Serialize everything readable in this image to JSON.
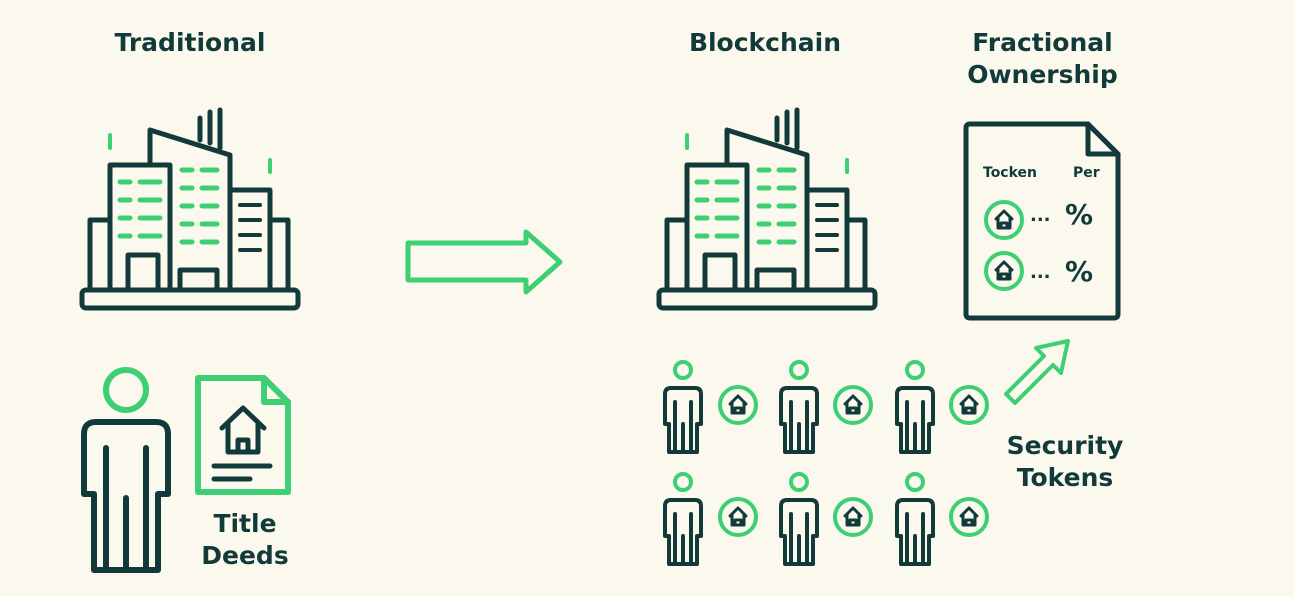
{
  "diagram": {
    "title_traditional": "Traditional",
    "title_blockchain": "Blockchain",
    "title_fractional_line1": "Fractional",
    "title_fractional_line2": "Ownership",
    "title_deeds_line1": "Title",
    "title_deeds_line2": "Deeds",
    "security_tokens_line1": "Security",
    "security_tokens_line2": "Tokens",
    "doc_col_token": "Tocken",
    "doc_col_per": "Per",
    "doc_rows": [
      {
        "ellipsis": "...",
        "percent": "%"
      },
      {
        "ellipsis": "...",
        "percent": "%"
      }
    ]
  },
  "colors": {
    "dark": "#123a3a",
    "accent": "#3ecf75",
    "background": "#fbf9ee"
  },
  "icons": [
    "building-icon",
    "person-icon",
    "title-deed-icon",
    "arrow-right-icon",
    "document-icon",
    "token-icon",
    "arrow-up-right-icon"
  ]
}
